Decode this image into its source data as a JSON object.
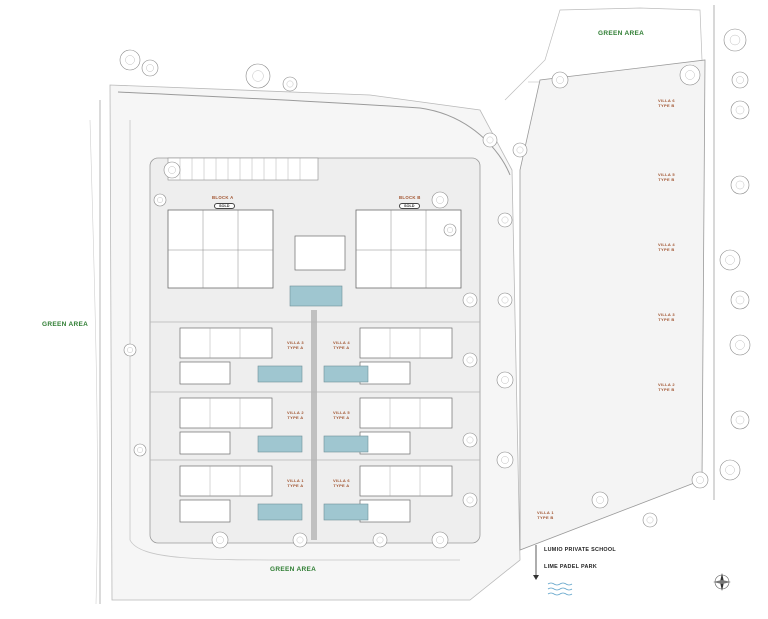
{
  "green_areas": {
    "top_right": "GREEN AREA",
    "left": "GREEN AREA",
    "bottom": "GREEN AREA"
  },
  "blocks": {
    "a": {
      "label": "BLOCK A",
      "status": "SOLD"
    },
    "b": {
      "label": "BLOCK B",
      "status": "SOLD"
    }
  },
  "west_villas": [
    {
      "left": {
        "name": "VILLA 3",
        "type": "TYPE A"
      },
      "right": {
        "name": "VILLA 4",
        "type": "TYPE A"
      }
    },
    {
      "left": {
        "name": "VILLA 2",
        "type": "TYPE A"
      },
      "right": {
        "name": "VILLA 5",
        "type": "TYPE A"
      }
    },
    {
      "left": {
        "name": "VILLA 1",
        "type": "TYPE A"
      },
      "right": {
        "name": "VILLA 6",
        "type": "TYPE A"
      }
    }
  ],
  "east_villas": [
    {
      "name": "VILLA 6",
      "type": "TYPE B"
    },
    {
      "name": "VILLA 5",
      "type": "TYPE B"
    },
    {
      "name": "VILLA 4",
      "type": "TYPE B"
    },
    {
      "name": "VILLA 3",
      "type": "TYPE B"
    },
    {
      "name": "VILLA 2",
      "type": "TYPE B"
    },
    {
      "name": "VILLA 1",
      "type": "TYPE B"
    }
  ],
  "destinations": {
    "school": "LUMIO PRIVATE SCHOOL",
    "park": "LIME PADEL PARK"
  },
  "colors": {
    "green_label": "#2e7d32",
    "villa_label": "#a0522d",
    "pool": "#9fc6d0",
    "plot": "#f1f1f1",
    "line": "#8a8a8a",
    "water": "#5aa0c8"
  },
  "icons": [
    "north-arrow-icon",
    "water-waves-icon",
    "arrow-down-icon",
    "tree-icon"
  ]
}
